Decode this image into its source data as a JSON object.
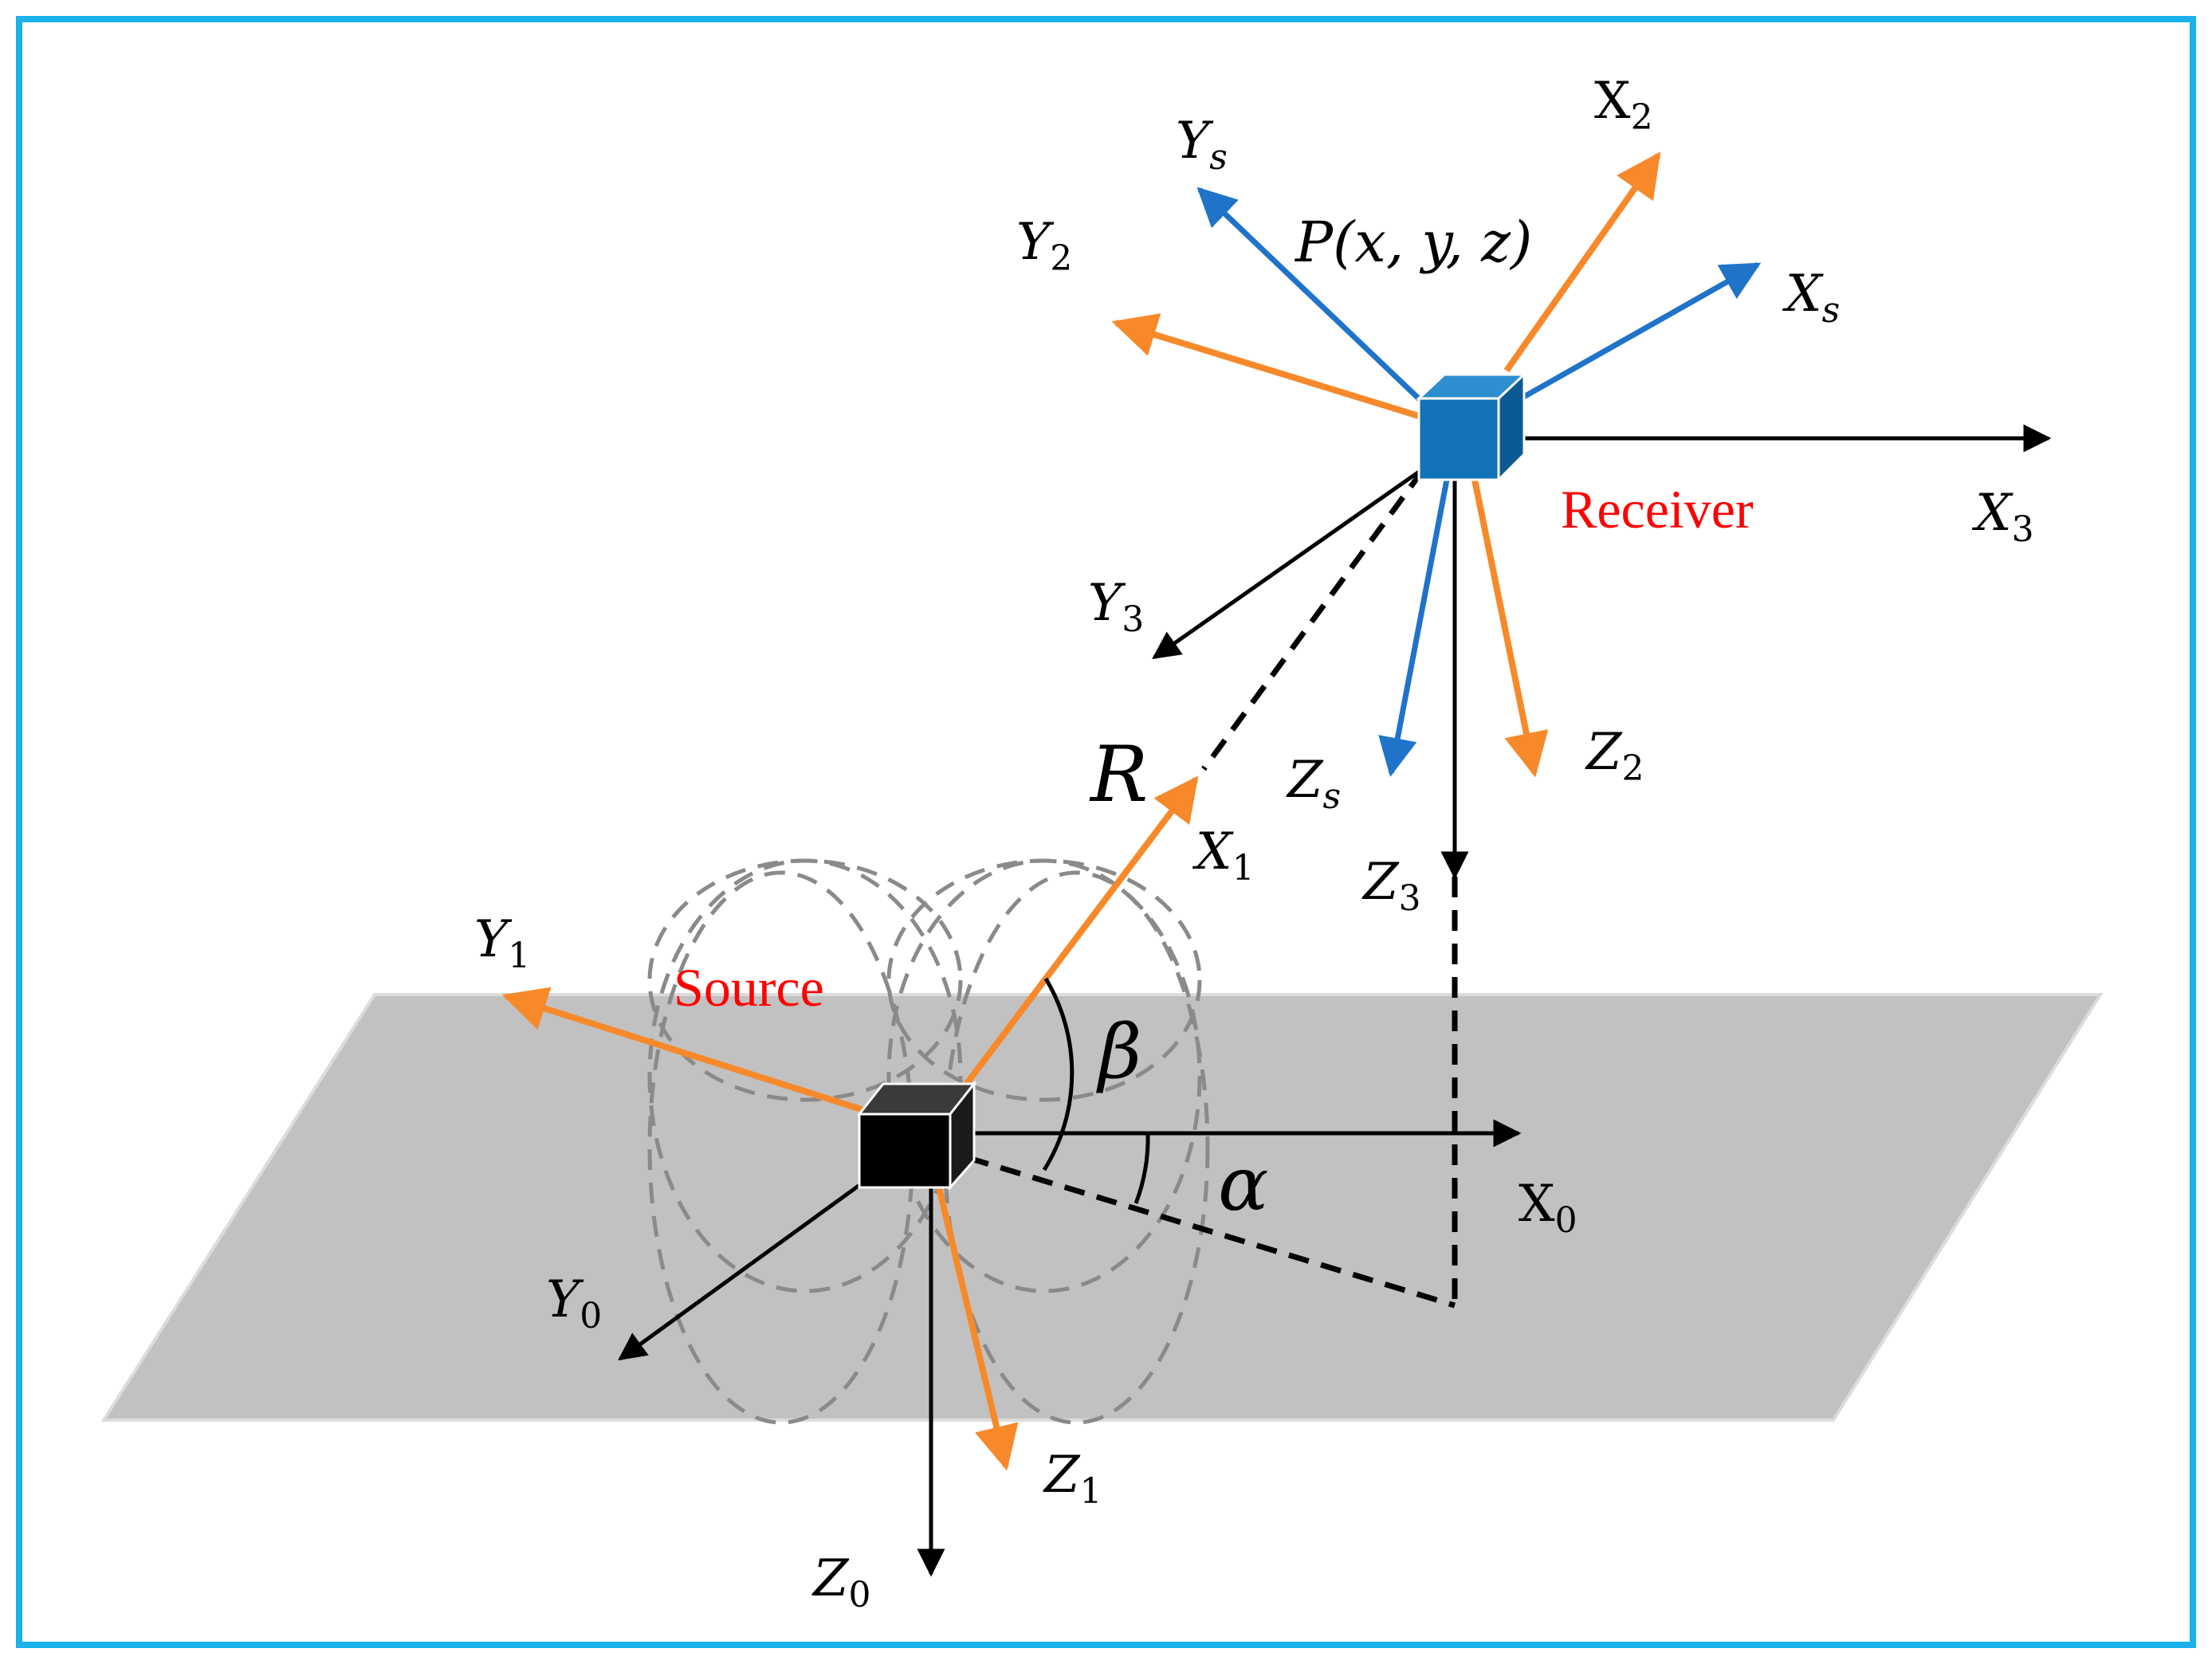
{
  "colors": {
    "frame": "#1ab0ea",
    "plane": "#c1c1c1",
    "orange": "#f7892a",
    "blue": "#1f73c9",
    "black": "#000000",
    "red_label": "#ff0000",
    "dashed_loop": "#8a8a8a",
    "receiver_cube": "#1273b8",
    "source_cube": "#000000"
  },
  "labels": {
    "source": "Source",
    "receiver": "Receiver",
    "point": "P(x, y, z)",
    "R": "R",
    "alpha": "α",
    "beta": "β",
    "X0": {
      "base": "X",
      "sub": "0"
    },
    "Y0": {
      "base": "Y",
      "sub": "0"
    },
    "Z0": {
      "base": "Z",
      "sub": "0"
    },
    "X1": {
      "base": "X",
      "sub": "1"
    },
    "Y1": {
      "base": "Y",
      "sub": "1"
    },
    "Z1": {
      "base": "Z",
      "sub": "1"
    },
    "X2": {
      "base": "X",
      "sub": "2"
    },
    "Y2": {
      "base": "Y",
      "sub": "2"
    },
    "Z2": {
      "base": "Z",
      "sub": "2"
    },
    "X3": {
      "base": "X",
      "sub": "3"
    },
    "Y3": {
      "base": "Y",
      "sub": "3"
    },
    "Z3": {
      "base": "Z",
      "sub": "3"
    },
    "Xs": {
      "base": "X",
      "sub": "s"
    },
    "Ys": {
      "base": "Y",
      "sub": "s"
    },
    "Zs": {
      "base": "Z",
      "sub": "s"
    }
  }
}
